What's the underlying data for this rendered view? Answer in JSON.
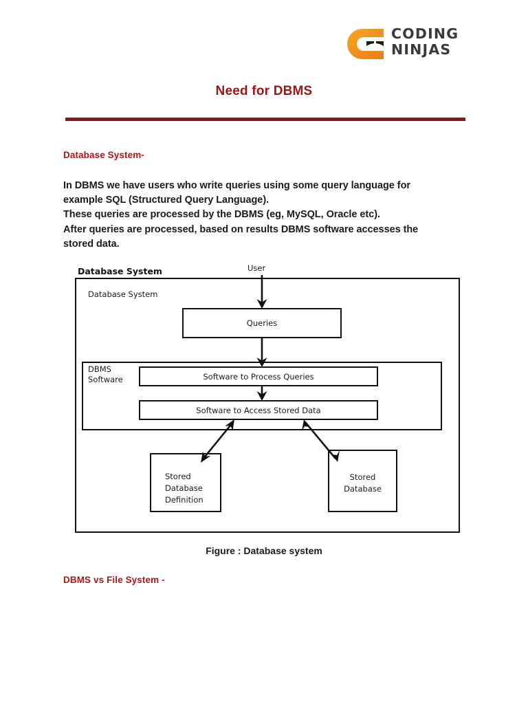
{
  "logo": {
    "mark_icon": "coding-ninjas-c-mark-icon",
    "line1": "CODING",
    "line2": "NINJAS",
    "mark_color": "#F08A1E",
    "text_color": "#3a3a3a"
  },
  "document": {
    "title": "Need for DBMS",
    "title_color": "#9c1515",
    "rule_color": "#8b1a1a"
  },
  "sections": {
    "database_system_heading": "Database System-",
    "dbms_vs_file_heading": "DBMS vs File System -",
    "heading_color": "#b01616"
  },
  "paragraph": {
    "line1": "In DBMS we have users who write queries using some query language for",
    "line2": "example SQL (Structured Query Language).",
    "line3": "These queries are processed by the DBMS (eg, MySQL, Oracle etc).",
    "line4": "After queries are processed, based on results DBMS software accesses the",
    "line5": "stored data."
  },
  "diagram": {
    "outer_title": "Database System",
    "user_label": "User",
    "inner_label": "Database System",
    "queries_node": "Queries",
    "dbms_label_line1": "DBMS",
    "dbms_label_line2": "Software",
    "process_node": "Software to Process Queries",
    "access_node": "Software to Access Stored Data",
    "store_definition_line1": "Stored",
    "store_definition_line2": "Database",
    "store_definition_line3": "Definition",
    "store_database_line1": "Stored",
    "store_database_line2": "Database",
    "stroke_color": "#111111"
  },
  "caption": "Figure : Database system"
}
